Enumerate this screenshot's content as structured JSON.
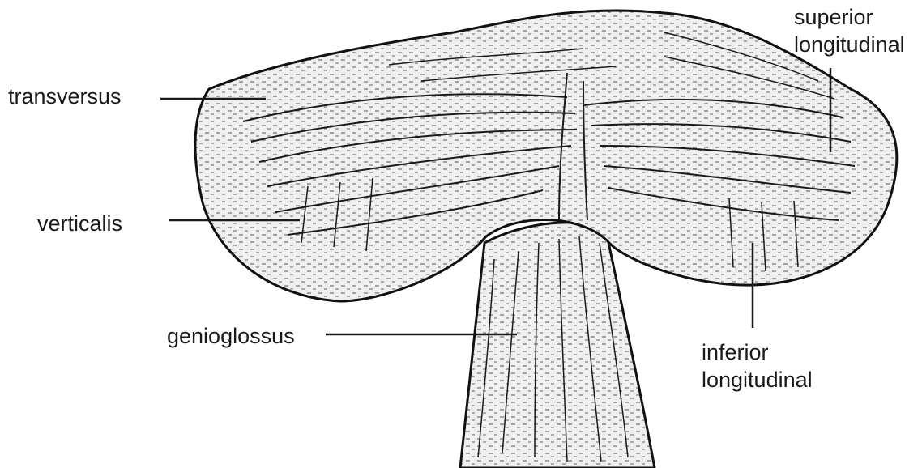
{
  "labels": {
    "transversus": "transversus",
    "verticalis": "verticalis",
    "genioglossus": "genioglossus",
    "superior_line1": "superior",
    "superior_line2": "longitudinal",
    "inferior_line1": "inferior",
    "inferior_line2": "longitudinal"
  },
  "colors": {
    "ink": "#1a1a1a",
    "fill": "#ededed",
    "background": "#ffffff"
  }
}
